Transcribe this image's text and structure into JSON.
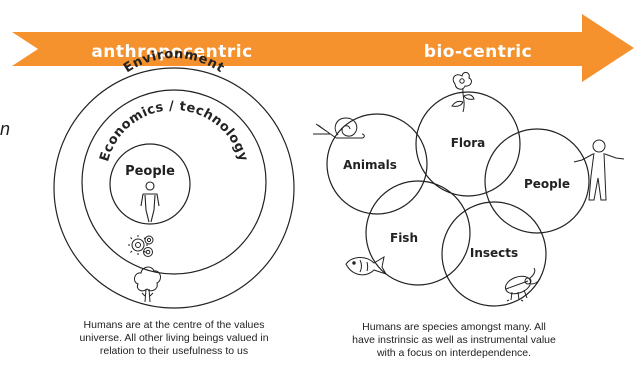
{
  "colors": {
    "arrow": "#F5922E",
    "arrow_text": "#FFFFFF",
    "line": "#222222"
  },
  "arrow": {
    "left_label": "anthropocentric",
    "right_label": "bio-centric"
  },
  "stray_glyph": "n",
  "left_diagram": {
    "outer_label": "Environment",
    "middle_label": "Economics / technology",
    "inner_label": "People",
    "caption_lines": [
      "Humans are at the centre of the values",
      "universe. All other living beings valued in",
      "relation to their usefulness to us"
    ]
  },
  "right_diagram": {
    "circles": [
      "Animals",
      "Flora",
      "People",
      "Fish",
      "Insects"
    ],
    "caption_lines": [
      "Humans are species amongst many. All",
      "have instrinsic as well as instrumental value",
      "with a focus on interdependence."
    ]
  },
  "icons": [
    "person-icon",
    "gears-icon",
    "tree-icon",
    "flower-icon",
    "snail-icon",
    "standing-person-icon",
    "fish-icon",
    "beetle-icon"
  ]
}
